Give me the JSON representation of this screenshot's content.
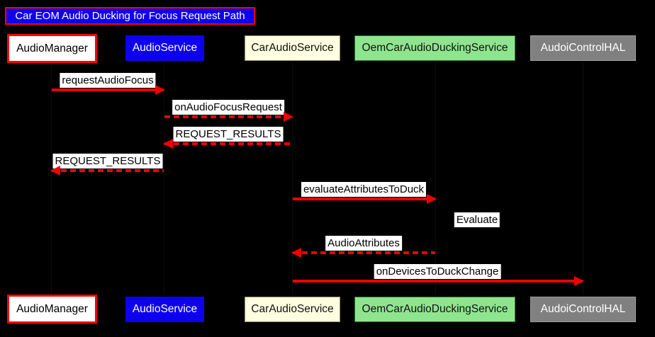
{
  "diagram": {
    "type": "sequence-diagram",
    "title": "Car EOM Audio Ducking for Focus Request Path",
    "colors": {
      "background": "#000000",
      "arrow": "#f00000",
      "message_label_bg": "#ffffff",
      "message_label_text": "#000000",
      "title_bg": "#0e00ee",
      "title_border": "#ff0000",
      "title_text": "#ffffff"
    },
    "participants": [
      {
        "name": "AudioManager",
        "fill": "#ffffff",
        "border": "#ff0000",
        "text": "#000000"
      },
      {
        "name": "AudioService",
        "fill": "#0d00ee",
        "border": "#0d00ee",
        "text": "#ffffff"
      },
      {
        "name": "CarAudioService",
        "fill": "#fffee0",
        "border": "#8f8f6b",
        "text": "#111111"
      },
      {
        "name": "OemCarAudioDuckingService",
        "fill": "#8fe58f",
        "border": "#257a25",
        "text": "#111111"
      },
      {
        "name": "AudoiControlHAL",
        "fill": "#808080",
        "border": "#9e9e9e",
        "text": "#ffffff"
      }
    ],
    "messages": [
      {
        "label": "requestAudioFocus",
        "from": "AudioManager",
        "to": "AudioService",
        "line": "solid",
        "direction": "right"
      },
      {
        "label": "onAudioFocusRequest",
        "from": "AudioService",
        "to": "CarAudioService",
        "line": "dashed",
        "direction": "right"
      },
      {
        "label": "REQUEST_RESULTS",
        "from": "CarAudioService",
        "to": "AudioService",
        "line": "dashed",
        "direction": "left"
      },
      {
        "label": "REQUEST_RESULTS",
        "from": "AudioService",
        "to": "AudioManager",
        "line": "dashed",
        "direction": "left"
      },
      {
        "label": "evaluateAttributesToDuck",
        "from": "CarAudioService",
        "to": "OemCarAudioDuckingService",
        "line": "solid",
        "direction": "right"
      },
      {
        "label": "Evaluate",
        "from": "OemCarAudioDuckingService",
        "to": "OemCarAudioDuckingService",
        "line": "none",
        "direction": "self"
      },
      {
        "label": "AudioAttributes",
        "from": "OemCarAudioDuckingService",
        "to": "CarAudioService",
        "line": "dashed",
        "direction": "left"
      },
      {
        "label": "onDevicesToDuckChange",
        "from": "CarAudioService",
        "to": "AudoiControlHAL",
        "line": "solid",
        "direction": "right"
      }
    ]
  }
}
